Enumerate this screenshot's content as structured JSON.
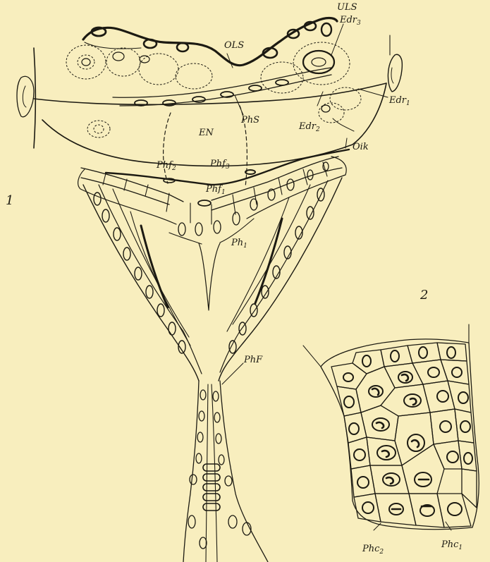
{
  "figure_numbers": {
    "fig1": "1",
    "fig2": "2"
  },
  "labels": {
    "ULS": "ULS",
    "OLS": "OLS",
    "Edr3": {
      "base": "Edr",
      "sub": "3"
    },
    "Edr1": {
      "base": "Edr",
      "sub": "1"
    },
    "Edr2": {
      "base": "Edr",
      "sub": "2"
    },
    "PhS": "PhS",
    "EN": "EN",
    "Oik": "Oik",
    "Phf2": {
      "base": "Phf",
      "sub": "2"
    },
    "Phf3": {
      "base": "Phf",
      "sub": "3"
    },
    "Phf1": {
      "base": "Phf",
      "sub": "1"
    },
    "Ph1": {
      "base": "Ph",
      "sub": "1"
    },
    "PhF": "PhF",
    "Phc2": {
      "base": "Phc",
      "sub": "2"
    },
    "Phc1": {
      "base": "Phc",
      "sub": "1"
    }
  },
  "colors": {
    "paper": "#f8eebe",
    "ink": "#1c1a12"
  }
}
